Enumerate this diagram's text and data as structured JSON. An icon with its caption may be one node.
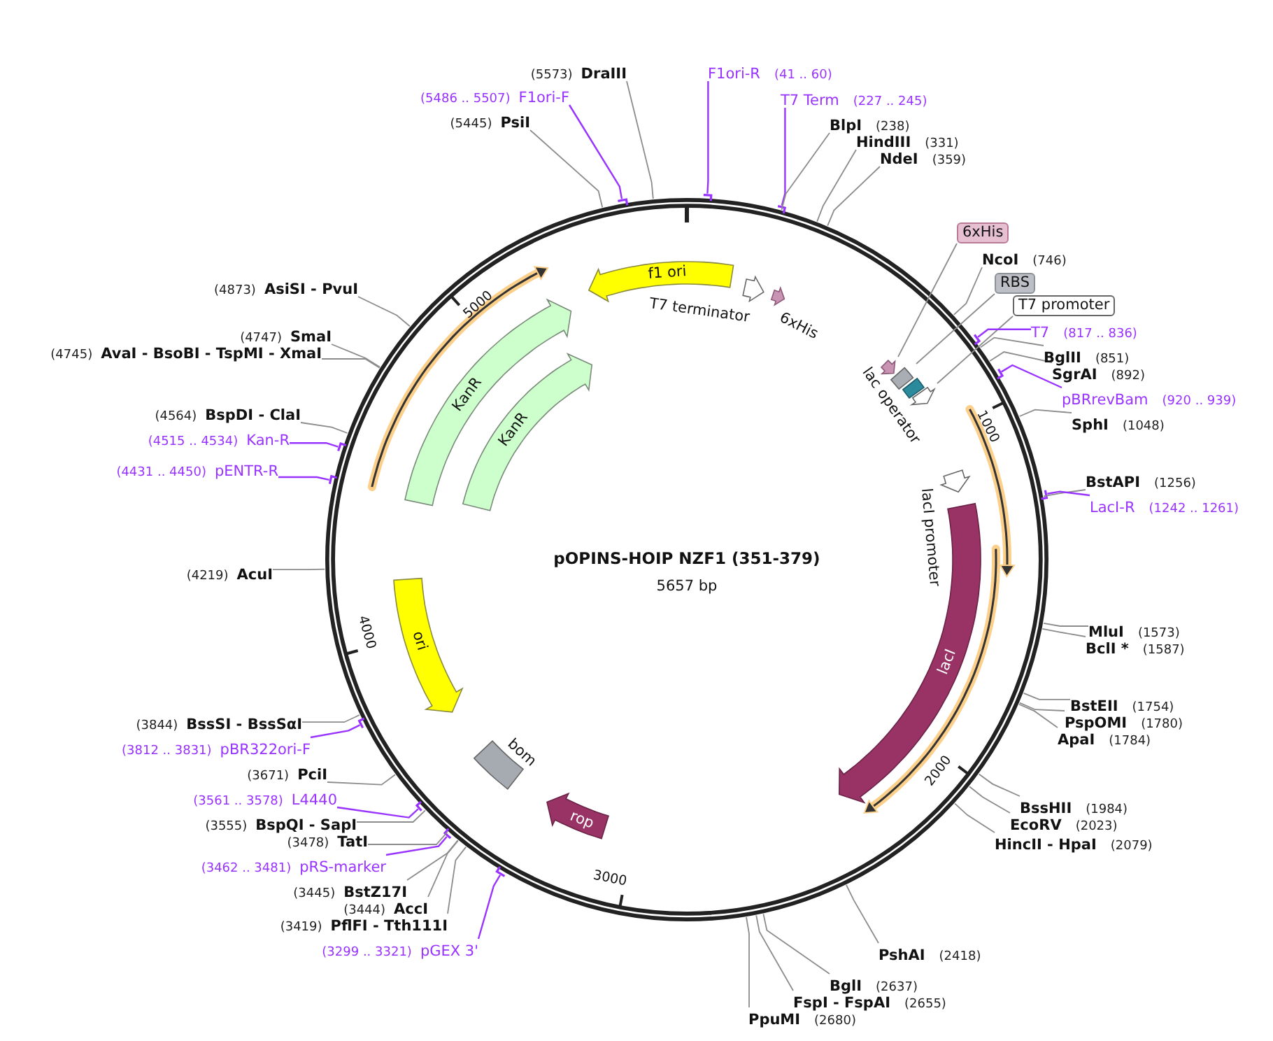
{
  "diagram": {
    "title": "pOPINS-HOIP NZF1 (351-379)",
    "nodes": [
      {
        "text": [
          "DraIII"
        ],
        "beside": [
          "(5573)"
        ]
      },
      {
        "text": [
          "F1ori-F"
        ],
        "beside": [
          "(5486 .. 5507)"
        ]
      },
      {
        "text": [
          "PsiI"
        ],
        "beside": [
          "(5445)"
        ]
      },
      {
        "text": [
          "F1ori-R"
        ],
        "beside": [
          "(41 .. 60)"
        ]
      },
      {
        "text": [
          "T7 Term"
        ],
        "beside": [
          "(227 .. 245)"
        ]
      },
      {
        "text": [
          "BlpI"
        ],
        "beside": [
          "(238)"
        ]
      },
      {
        "text": [
          "HindIII"
        ],
        "beside": [
          "(331)"
        ]
      },
      {
        "text": [
          "NdeI"
        ],
        "beside": [
          "(359)"
        ]
      },
      {
        "text": [
          "6xHis"
        ]
      },
      {
        "text": [
          "NcoI"
        ],
        "beside": [
          "(746)"
        ]
      },
      {
        "text": [
          "RBS"
        ]
      },
      {
        "text": [
          "T7 promoter"
        ]
      },
      {
        "text": [
          "T7"
        ],
        "beside": [
          "(817 .. 836)"
        ]
      },
      {
        "text": [
          "BglII"
        ],
        "beside": [
          "(851)"
        ]
      },
      {
        "text": [
          "SgrAI"
        ],
        "beside": [
          "(892)"
        ]
      },
      {
        "text": [
          "pBRrevBam"
        ],
        "beside": [
          "(920 .. 939)"
        ]
      },
      {
        "text": [
          "SphI"
        ],
        "beside": [
          "(1048)"
        ]
      },
      {
        "text": [
          "BstAPI"
        ],
        "beside": [
          "(1256)"
        ]
      },
      {
        "text": [
          "LacI-R"
        ],
        "beside": [
          "(1242 .. 1261)"
        ]
      },
      {
        "text": [
          "MluI"
        ],
        "beside": [
          "(1573)"
        ]
      },
      {
        "text": [
          "BclI *"
        ],
        "beside": [
          "(1587)"
        ]
      },
      {
        "text": [
          "BstEII"
        ],
        "beside": [
          "(1754)"
        ]
      },
      {
        "text": [
          "PspOMI"
        ],
        "beside": [
          "(1780)"
        ]
      },
      {
        "text": [
          "ApaI"
        ],
        "beside": [
          "(1784)"
        ]
      },
      {
        "text": [
          "BssHII"
        ],
        "beside": [
          "(1984)"
        ]
      },
      {
        "text": [
          "EcoRV"
        ],
        "beside": [
          "(2023)"
        ]
      },
      {
        "text": [
          "HincII - HpaI"
        ],
        "beside": [
          "(2079)"
        ]
      },
      {
        "text": [
          "PshAI"
        ],
        "beside": [
          "(2418)"
        ]
      },
      {
        "text": [
          "BglI"
        ],
        "beside": [
          "(2637)"
        ]
      },
      {
        "text": [
          "FspI - FspAI"
        ],
        "beside": [
          "(2655)"
        ]
      },
      {
        "text": [
          "PpuMI"
        ],
        "beside": [
          "(2680)"
        ]
      },
      {
        "text": [
          "pGEX 3'"
        ],
        "beside": [
          "(3299 .. 3321)"
        ]
      },
      {
        "text": [
          "PflFI - Tth111I"
        ],
        "beside": [
          "(3419)"
        ]
      },
      {
        "text": [
          "AccI"
        ],
        "beside": [
          "(3444)"
        ]
      },
      {
        "text": [
          "BstZ17I"
        ],
        "beside": [
          "(3445)"
        ]
      },
      {
        "text": [
          "pRS-marker"
        ],
        "beside": [
          "(3462 .. 3481)"
        ]
      },
      {
        "text": [
          "TatI"
        ],
        "beside": [
          "(3478)"
        ]
      },
      {
        "text": [
          "BspQI - SapI"
        ],
        "beside": [
          "(3555)"
        ]
      },
      {
        "text": [
          "L4440"
        ],
        "beside": [
          "(3561 .. 3578)"
        ]
      },
      {
        "text": [
          "PciI"
        ],
        "beside": [
          "(3671)"
        ]
      },
      {
        "text": [
          "pBR322ori-F"
        ],
        "beside": [
          "(3812 .. 3831)"
        ]
      },
      {
        "text": [
          "BssSI - BssSαI"
        ],
        "beside": [
          "(3844)"
        ]
      },
      {
        "text": [
          "AcuI"
        ],
        "beside": [
          "(4219)"
        ]
      },
      {
        "text": [
          "pENTR-R"
        ],
        "beside": [
          "(4431 .. 4450)"
        ]
      },
      {
        "text": [
          "Kan-R"
        ],
        "beside": [
          "(4515 .. 4534)"
        ]
      },
      {
        "text": [
          "BspDI - ClaI"
        ],
        "beside": [
          "(4564)"
        ]
      },
      {
        "text": [
          "AvaI - BsoBI - TspMI - XmaI"
        ],
        "beside": [
          "(4745)"
        ]
      },
      {
        "text": [
          "SmaI"
        ],
        "beside": [
          "(4747)"
        ]
      },
      {
        "text": [
          "AsiSI - PvuI"
        ],
        "beside": [
          "(4873)"
        ]
      },
      {
        "text": [
          "f1 ori"
        ]
      },
      {
        "text": [
          "T7 terminator"
        ]
      },
      {
        "text": [
          "6xHis"
        ]
      },
      {
        "text": [
          "KanR"
        ]
      },
      {
        "text": [
          "KanR"
        ]
      },
      {
        "text": [
          "ori"
        ]
      },
      {
        "text": [
          "bom"
        ]
      },
      {
        "text": [
          "rop"
        ]
      },
      {
        "text": [
          "lacI"
        ]
      },
      {
        "text": [
          "lacI promoter"
        ]
      },
      {
        "text": [
          "lac operator"
        ]
      },
      {
        "text": [],
        "shape": "arrow"
      },
      {
        "text": [],
        "shape": "box"
      },
      {
        "text": [],
        "shape": "arrow"
      }
    ],
    "edges": [
      {
        "from": 0,
        "to": null,
        "arrow": "none"
      },
      {
        "from": 1,
        "to": null,
        "arrow": "none",
        "color": "#9933ff"
      },
      {
        "from": 2,
        "to": null,
        "arrow": "none"
      },
      {
        "from": 3,
        "to": null,
        "arrow": "none",
        "color": "#9933ff"
      },
      {
        "from": 4,
        "to": null,
        "arrow": "none",
        "color": "#9933ff"
      },
      {
        "from": 5,
        "to": null,
        "arrow": "none"
      },
      {
        "from": 6,
        "to": null,
        "arrow": "none"
      },
      {
        "from": 7,
        "to": null,
        "arrow": "none"
      },
      {
        "from": 8,
        "to": 60,
        "arrow": "none"
      },
      {
        "from": 9,
        "to": null,
        "arrow": "none"
      },
      {
        "from": 10,
        "to": 61,
        "arrow": "none"
      },
      {
        "from": 11,
        "to": 62,
        "arrow": "none"
      },
      {
        "from": 12,
        "to": null,
        "arrow": "none",
        "color": "#9933ff"
      },
      {
        "from": 13,
        "to": null,
        "arrow": "none"
      },
      {
        "from": 14,
        "to": null,
        "arrow": "none"
      },
      {
        "from": 15,
        "to": null,
        "arrow": "none",
        "color": "#9933ff"
      },
      {
        "from": 16,
        "to": null,
        "arrow": "none"
      },
      {
        "from": 17,
        "to": null,
        "arrow": "none"
      },
      {
        "from": 18,
        "to": null,
        "arrow": "none",
        "color": "#9933ff"
      },
      {
        "from": 19,
        "to": null,
        "arrow": "none"
      },
      {
        "from": 20,
        "to": null,
        "arrow": "none"
      },
      {
        "from": 21,
        "to": null,
        "arrow": "none"
      },
      {
        "from": 22,
        "to": null,
        "arrow": "none"
      },
      {
        "from": 23,
        "to": null,
        "arrow": "none"
      },
      {
        "from": 24,
        "to": null,
        "arrow": "none"
      },
      {
        "from": 25,
        "to": null,
        "arrow": "none"
      },
      {
        "from": 26,
        "to": null,
        "arrow": "none"
      },
      {
        "from": 27,
        "to": null,
        "arrow": "none"
      },
      {
        "from": 28,
        "to": null,
        "arrow": "none"
      },
      {
        "from": 29,
        "to": null,
        "arrow": "none"
      },
      {
        "from": 30,
        "to": null,
        "arrow": "none"
      },
      {
        "from": 31,
        "to": null,
        "arrow": "none",
        "color": "#9933ff"
      },
      {
        "from": 32,
        "to": null,
        "arrow": "none"
      },
      {
        "from": 33,
        "to": null,
        "arrow": "none"
      },
      {
        "from": 34,
        "to": null,
        "arrow": "none"
      },
      {
        "from": 35,
        "to": null,
        "arrow": "none",
        "color": "#9933ff"
      },
      {
        "from": 36,
        "to": null,
        "arrow": "none"
      },
      {
        "from": 37,
        "to": null,
        "arrow": "none"
      },
      {
        "from": 38,
        "to": null,
        "arrow": "none",
        "color": "#9933ff"
      },
      {
        "from": 39,
        "to": null,
        "arrow": "none"
      },
      {
        "from": 40,
        "to": null,
        "arrow": "none",
        "color": "#9933ff"
      },
      {
        "from": 41,
        "to": null,
        "arrow": "none"
      },
      {
        "from": 42,
        "to": null,
        "arrow": "none"
      },
      {
        "from": 43,
        "to": null,
        "arrow": "none",
        "color": "#9933ff"
      },
      {
        "from": 44,
        "to": null,
        "arrow": "none",
        "color": "#9933ff"
      },
      {
        "from": 45,
        "to": null,
        "arrow": "none"
      },
      {
        "from": 46,
        "to": null,
        "arrow": "none"
      },
      {
        "from": 47,
        "to": null,
        "arrow": "none"
      },
      {
        "from": 48,
        "to": null,
        "arrow": "none"
      }
    ],
    "labels": [
      "5657 bp",
      "1000",
      "2000",
      "3000",
      "4000",
      "5000"
    ]
  }
}
